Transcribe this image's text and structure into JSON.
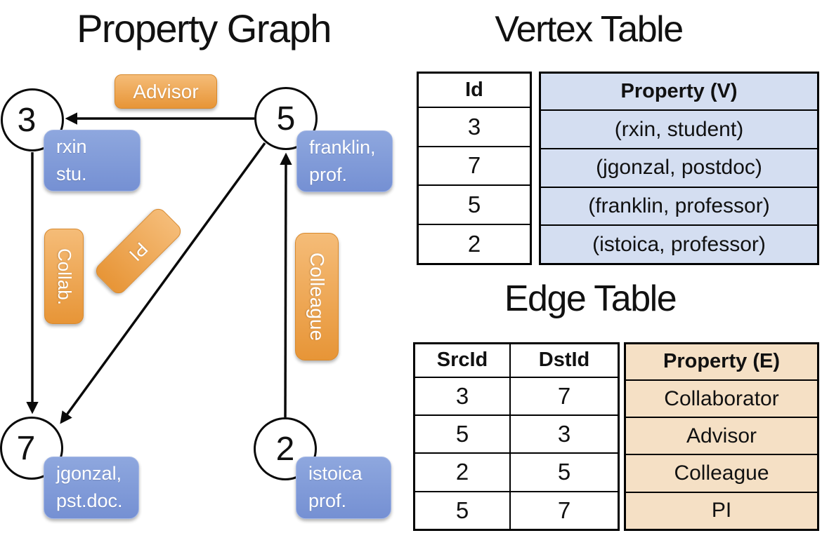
{
  "graph": {
    "title": "Property Graph",
    "nodes": [
      {
        "id": "3",
        "property_lines": [
          "rxin",
          "stu."
        ]
      },
      {
        "id": "5",
        "property_lines": [
          "franklin,",
          "prof."
        ]
      },
      {
        "id": "7",
        "property_lines": [
          "jgonzal,",
          "pst.doc."
        ]
      },
      {
        "id": "2",
        "property_lines": [
          "istoica",
          "prof."
        ]
      }
    ],
    "edges": [
      {
        "label": "Advisor",
        "src": "5",
        "dst": "3"
      },
      {
        "label": "Collab.",
        "src": "3",
        "dst": "7"
      },
      {
        "label": "PI",
        "src": "5",
        "dst": "7"
      },
      {
        "label": "Colleague",
        "src": "2",
        "dst": "5"
      }
    ]
  },
  "vertex_table": {
    "title": "Vertex Table",
    "columns": [
      "Id",
      "Property (V)"
    ],
    "rows": [
      [
        "3",
        "(rxin, student)"
      ],
      [
        "7",
        "(jgonzal, postdoc)"
      ],
      [
        "5",
        "(franklin, professor)"
      ],
      [
        "2",
        "(istoica, professor)"
      ]
    ]
  },
  "edge_table": {
    "title": "Edge Table",
    "columns": [
      "SrcId",
      "DstId",
      "Property (E)"
    ],
    "rows": [
      [
        "3",
        "7",
        "Collaborator"
      ],
      [
        "5",
        "3",
        "Advisor"
      ],
      [
        "2",
        "5",
        "Colleague"
      ],
      [
        "5",
        "7",
        "PI"
      ]
    ]
  },
  "colors": {
    "orange_top": "#F5BC78",
    "orange_bottom": "#E79537",
    "orange_border": "#D9892C",
    "blue_top": "#8EA7DE",
    "blue_bottom": "#7590D3",
    "blue_border": "#A4B7E5",
    "vertex_fill": "#D4DEF1",
    "edge_fill": "#F5E0C5"
  }
}
